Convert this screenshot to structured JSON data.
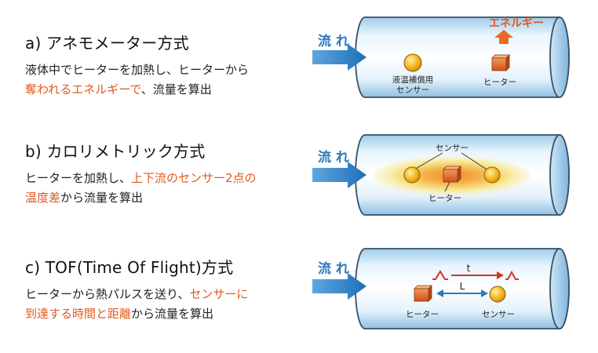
{
  "colors": {
    "accent_orange": "#e05a1e",
    "flow_blue": "#2b79bf",
    "pipe_outline": "#3a4f63",
    "sensor_yellow": "#f2b31e",
    "heater_orange": "#e06a2a"
  },
  "sections": [
    {
      "heading": "a) アネモメーター方式",
      "line1_pre": "液体中でヒーターを加熱し、ヒーターから",
      "line2_hl": "奪われるエネルギーで",
      "line2_post": "、流量を算出",
      "diagram": {
        "flow": "流 れ",
        "energy": "エネルギー",
        "sensor_line1": "液温補償用",
        "sensor_line2": "センサー",
        "heater": "ヒーター"
      }
    },
    {
      "heading": "b) カロリメトリック方式",
      "line1_pre": "ヒーターを加熱し、",
      "line1_hl": "上下流のセンサー2点の",
      "line2_hl": "温度差",
      "line2_post": "から流量を算出",
      "diagram": {
        "flow": "流 れ",
        "sensor": "センサー",
        "heater": "ヒーター"
      }
    },
    {
      "heading": "c) TOF(Time Of Flight)方式",
      "line1_pre": "ヒーターから熱パルスを送り、",
      "line1_hl": "センサーに",
      "line2_hl": "到達する時間と距離",
      "line2_post": "から流量を算出",
      "diagram": {
        "flow": "流 れ",
        "t": "t",
        "L": "L",
        "heater": "ヒーター",
        "sensor": "センサー"
      }
    }
  ]
}
